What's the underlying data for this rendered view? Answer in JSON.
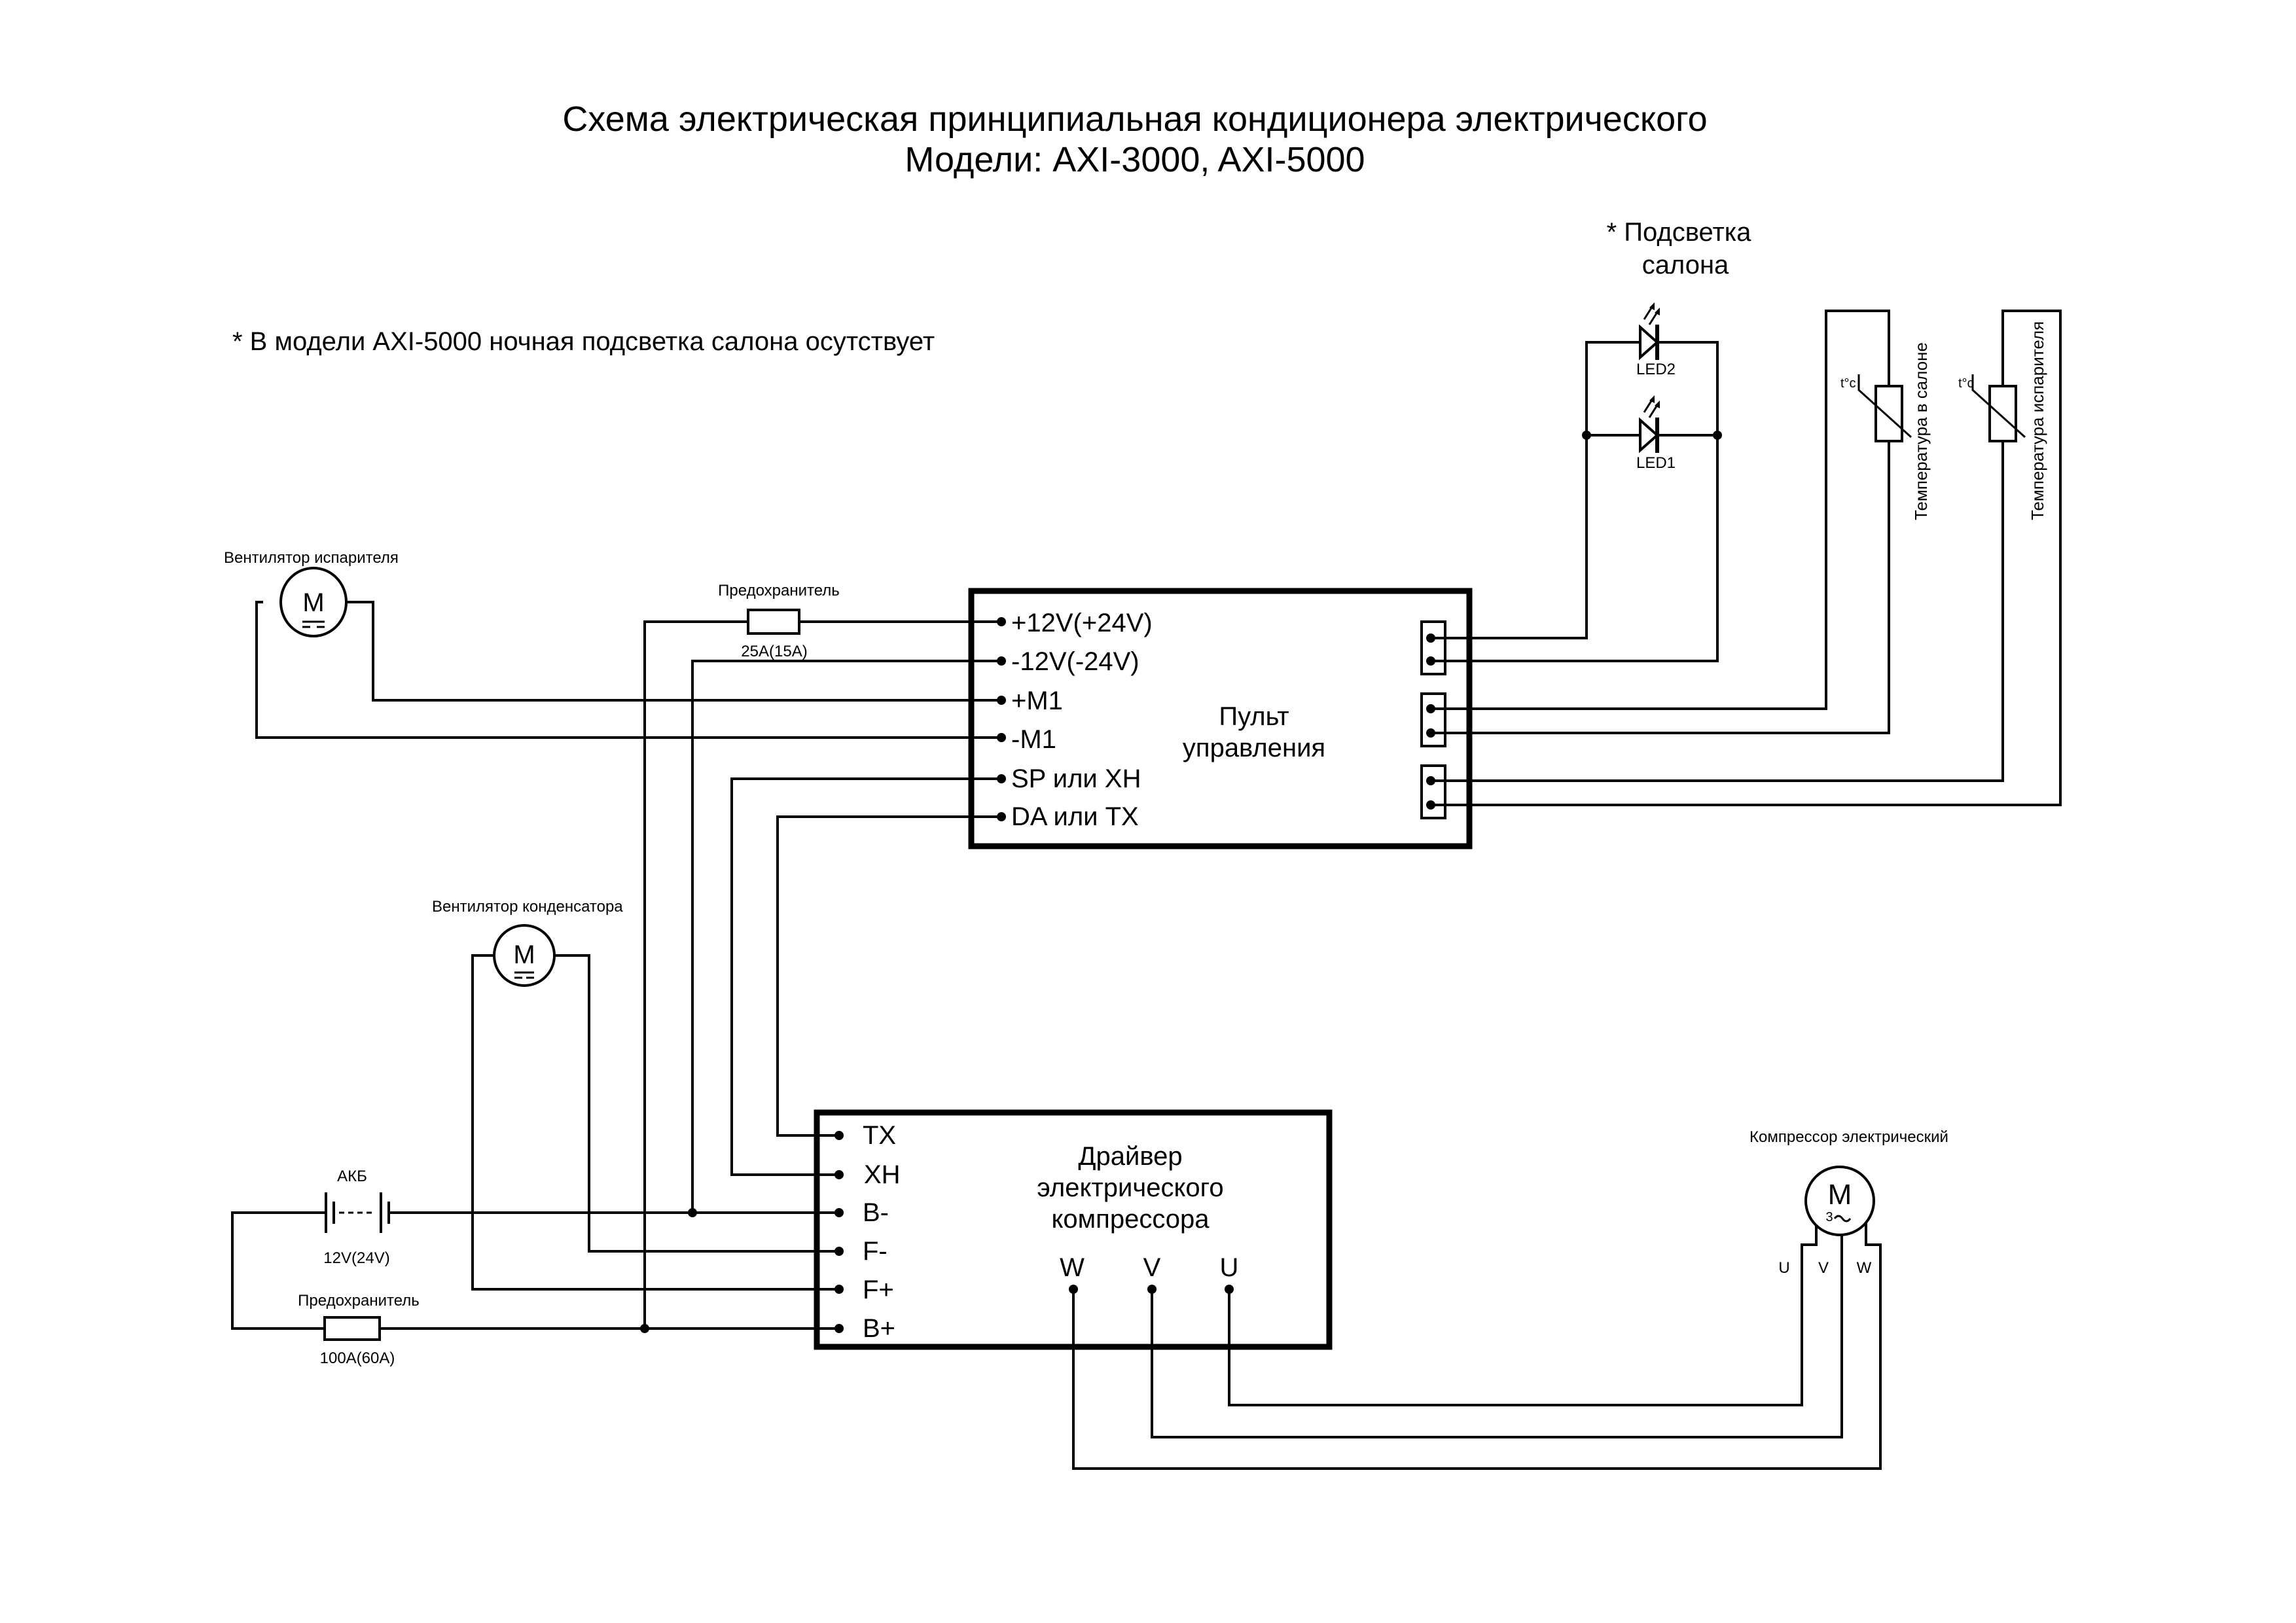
{
  "title": {
    "line1": "Схема электрическая принципиальная кондиционера электрического",
    "line2": "Модели: AXI-3000, AXI-5000"
  },
  "note": "* В модели AXI-5000 ночная подсветка салона осутствует",
  "lighting": {
    "title_line1": "* Подсветка",
    "title_line2": "салона",
    "led2": "LED2",
    "led1": "LED1"
  },
  "sensors": [
    {
      "symbol": "t°c",
      "label": "Температура  в салоне"
    },
    {
      "symbol": "t°c",
      "label": "Температура испарителя"
    }
  ],
  "evaporator_fan": {
    "label": "Вентилятор испарителя",
    "symbol": "M"
  },
  "condenser_fan": {
    "label": "Вентилятор конденсатора",
    "symbol": "M"
  },
  "fuse_small": {
    "label": "Предохранитель",
    "rating": "25A(15A)"
  },
  "fuse_main": {
    "label": "Предохранитель",
    "rating": "100A(60A)"
  },
  "battery": {
    "label": "АКБ",
    "voltage": "12V(24V)"
  },
  "control_panel": {
    "title_line1": "Пульт",
    "title_line2": "управления",
    "pins": [
      "+12V(+24V)",
      "-12V(-24V)",
      "+M1",
      "-M1",
      "SP или XH",
      "DA или TX"
    ]
  },
  "driver": {
    "title_line1": "Драйвер",
    "title_line2": "электрического",
    "title_line3": "компрессора",
    "pins": [
      "TX",
      "XH",
      "B-",
      "F-",
      "F+",
      "B+"
    ],
    "phases": [
      "W",
      "V",
      "U"
    ]
  },
  "compressor": {
    "label": "Компрессор электрический",
    "symbol": "M",
    "subsymbol": "3",
    "phase_labels": [
      "U",
      "V",
      "W"
    ]
  }
}
